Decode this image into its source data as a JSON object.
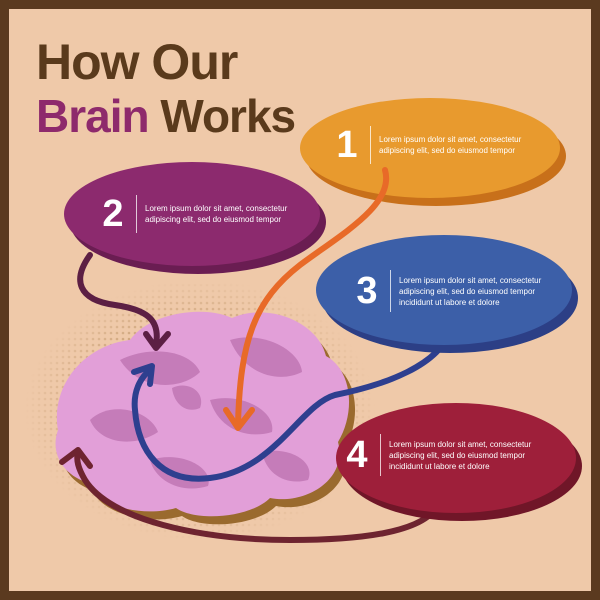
{
  "title": {
    "line1": "How Our",
    "line2_accent": "Brain",
    "line2_rest": "Works"
  },
  "steps": [
    {
      "number": "1",
      "lines": [
        "Lorem ipsum dolor sit amet, consectetur",
        "adipiscing elit, sed do eiusmod tempor"
      ],
      "color": "#e89a2e",
      "shadow_color": "#c8701a",
      "arrow_color": "#e86a28"
    },
    {
      "number": "2",
      "lines": [
        "Lorem ipsum dolor sit amet, consectetur",
        "adipiscing elit, sed do eiusmod tempor"
      ],
      "color": "#8c2a6e",
      "shadow_color": "#6a1d52",
      "arrow_color": "#5c1f44"
    },
    {
      "number": "3",
      "lines": [
        "Lorem ipsum dolor sit amet, consectetur",
        "adipiscing elit, sed do eiusmod tempor",
        "incididunt ut labore et dolore"
      ],
      "color": "#3c5fa8",
      "shadow_color": "#2c3f86",
      "arrow_color": "#2e3f8f"
    },
    {
      "number": "4",
      "lines": [
        "Lorem ipsum dolor sit amet, consectetur",
        "adipiscing elit, sed do eiusmod tempor",
        "incididunt ut labore et dolore"
      ],
      "color": "#9e1f3a",
      "shadow_color": "#701628",
      "arrow_color": "#6e2430"
    }
  ],
  "colors": {
    "border": "#5b3a1f",
    "background": "#efc9a9",
    "brain": "#e29fd8",
    "brain_dark": "#c57cb9",
    "brain_outline": "#9a6a2e",
    "dots": "#c39a6e"
  },
  "icons": {
    "brain": "brain-icon"
  }
}
